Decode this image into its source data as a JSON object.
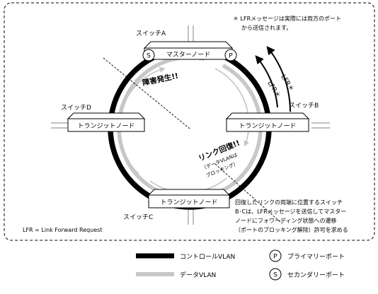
{
  "note": {
    "line1": "＊ LFRメッセージは実際には両方のポート",
    "line2": "から送信されます。"
  },
  "switches": {
    "a": "スイッチA",
    "b": "スイッチB",
    "c": "スイッチC",
    "d": "スイッチD"
  },
  "nodes": {
    "master": "マスターノード",
    "transit_left": "トランジットノード",
    "transit_right": "トランジットノード",
    "transit_bottom": "トランジットノード"
  },
  "ports": {
    "primary_letter": "P",
    "secondary_letter": "S"
  },
  "events": {
    "failure": "障害発生!!",
    "recovery": "リンク回復!!",
    "recovery_sub1": "（データVLANは",
    "recovery_sub2": "ブロッキング）"
  },
  "lfr_labels": {
    "outer": "LFR＊",
    "inner": "LFR＊"
  },
  "explanation": {
    "line1": "回復したリンクの両端に位置するスイッチ",
    "line2": "B･Cは、LFRメッセージを送信してマスター",
    "line3": "ノードにフォワーディング状態への遷移",
    "line4": "（ポートのブロッキング解除）許可を求める"
  },
  "footnote": "LFR = Link Forward Request",
  "legend": {
    "control_vlan": "コントロールVLAN",
    "data_vlan": "データVLAN",
    "primary_port": "プライマリーポート",
    "secondary_port": "セカンダリーポート",
    "control_color": "#000000",
    "data_color": "#c8c8c8"
  }
}
